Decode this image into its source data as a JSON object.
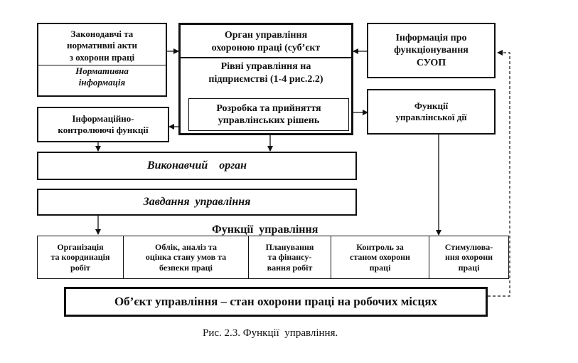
{
  "boxes": {
    "legislative_line1": "Законодавчі та",
    "legislative_line2": "нормативні акти",
    "legislative_line3": "з охорони праці",
    "normative_line1": "Нормативна",
    "normative_line2": "інформація",
    "organ_line1": "Орган управління",
    "organ_line2": "охороною праці (суб’єкт",
    "levels_line1": "Рівні управління на",
    "levels_line2": "підприємстві (1-4 рис.2.2)",
    "decision_line1": "Розробка та прийняття",
    "decision_line2": "управлінських рішень",
    "info_line1": "Інформація про",
    "info_line2": "функціонування",
    "info_line3": "СУОП",
    "info_control_line1": "Інформаційно-",
    "info_control_line2": "контролюючі функції",
    "control_action_line1": "Функції",
    "control_action_line2": "управлінської дії",
    "executive": "Виконавчий    орган",
    "tasks": "Завдання  управління",
    "object": "Об’єкт управління – стан охорони праці на робочих місцях"
  },
  "functions_header": "Функції  управління",
  "functions": [
    {
      "line1": "Організація",
      "line2": "та координація",
      "line3": "робіт"
    },
    {
      "line1": "Облік, аналіз та",
      "line2": "оцінка стану умов та",
      "line3": "безпеки праці"
    },
    {
      "line1": "Планування",
      "line2": "та фінансу-",
      "line3": "вання робіт"
    },
    {
      "line1": "Контроль за",
      "line2": "станом охорони",
      "line3": "праці"
    },
    {
      "line1": "Стимулюва-",
      "line2": "ння охорони",
      "line3": "праці"
    }
  ],
  "caption": "Рис. 2.3. Функції  управління.",
  "colors": {
    "ink": "#111111",
    "background": "#ffffff"
  }
}
